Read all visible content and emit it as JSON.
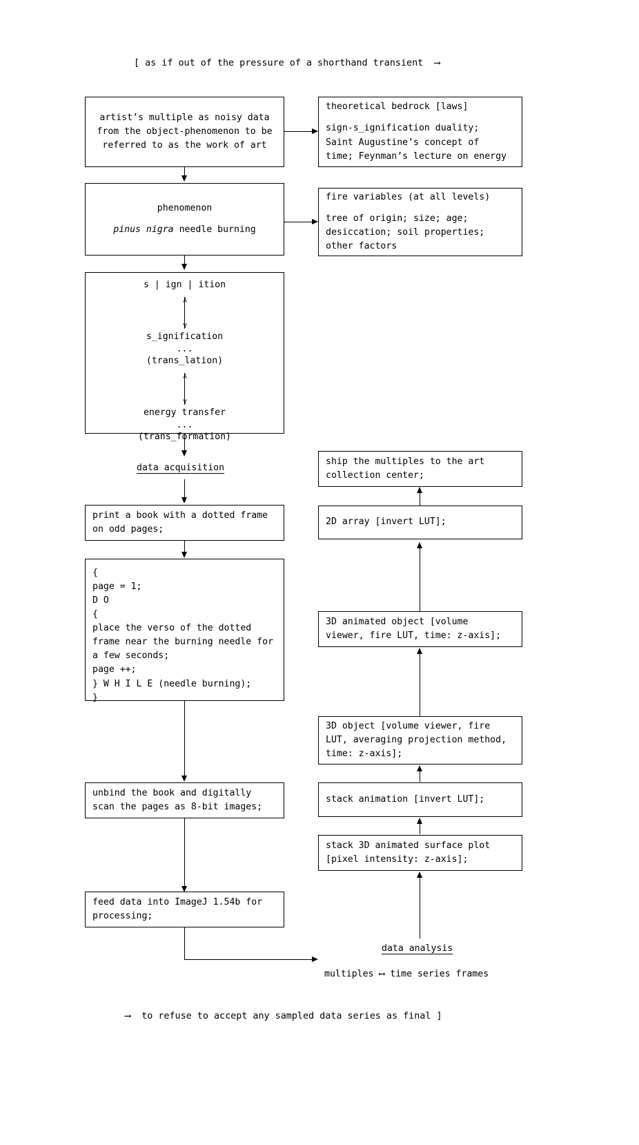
{
  "header": {
    "text": "[ as if out of the pressure of a shorthand transient  ⟶"
  },
  "footer": {
    "text": "⟶  to refuse to accept any sampled data series as final ]"
  },
  "boxes": {
    "artist_multiple": {
      "line1": "artist’s multiple as noisy data",
      "line2": "from the object-phenomenon to be",
      "line3": "referred to as the work of art"
    },
    "theoretical_bedrock": {
      "title": "theoretical bedrock [laws]",
      "line1": "sign-s_ignification duality;",
      "line2": "Saint Augustine’s concept of",
      "line3": "time; Feynman’s lecture on energy"
    },
    "phenomenon": {
      "line1": "phenomenon",
      "species": "pinus nigra",
      "line2_rest": " needle burning"
    },
    "fire_variables": {
      "title": "fire variables (at all levels)",
      "line1": "tree of origin; size; age;",
      "line2": "desiccation; soil properties;",
      "line3": "other factors"
    },
    "signification": {
      "line1": "s | ign | ition",
      "line2": "s_ignification",
      "line3": "...",
      "line4": "(trans_lation)",
      "line5": "energy transfer",
      "line6": "...",
      "line7": "(trans_formation)"
    },
    "print_book": {
      "line1": "print a book with a dotted frame",
      "line2": "on odd pages;"
    },
    "loop_code": {
      "l1": "{",
      "l2": "page = 1;",
      "l3": "D O",
      "l4": "{",
      "l5": "place the verso of the dotted",
      "l6": "frame near the burning needle for",
      "l7": "a few seconds;",
      "l8": "page ++;",
      "l9": "} W H I L E (needle burning);",
      "l10": "}"
    },
    "unbind_scan": {
      "line1": "unbind the book and digitally",
      "line2": "scan the pages as 8-bit images;"
    },
    "feed_imagej": {
      "line1": "feed data into ImageJ 1.54b for",
      "line2": "processing;"
    },
    "ship_multiples": {
      "line1": "ship the multiples to the art",
      "line2": "collection center;"
    },
    "array_2d": {
      "line1": "2D array [invert LUT];"
    },
    "animated_3d": {
      "line1": "3D animated object [volume",
      "line2": "viewer, fire LUT, time: z-axis];"
    },
    "object_3d": {
      "line1": "3D object [volume viewer, fire",
      "line2": "LUT, averaging projection method,",
      "line3": "time: z-axis];"
    },
    "stack_animation": {
      "line1": "stack animation [invert LUT];"
    },
    "surface_plot": {
      "line1": "stack 3D animated surface plot",
      "line2": "[pixel intensity: z-axis];"
    }
  },
  "labels": {
    "data_acquisition": "data acquisition",
    "data_analysis": "data analysis",
    "multiples_timeseries": "multiples ⟷ time series frames"
  },
  "colors": {
    "ink": "#000000",
    "paper": "#ffffff"
  }
}
